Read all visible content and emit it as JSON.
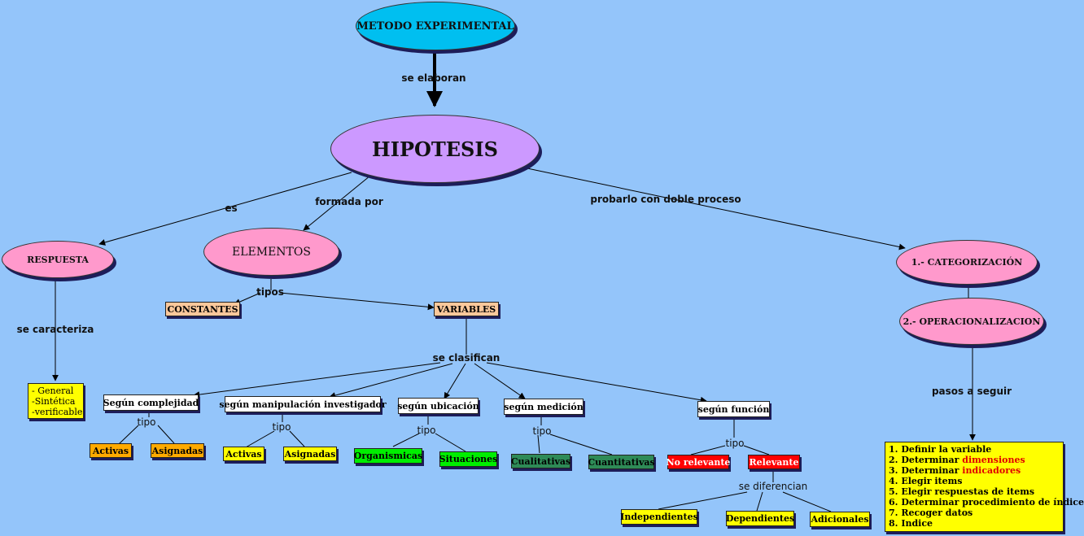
{
  "nodes": {
    "metodo": "METODO EXPERIMENTAL",
    "hipotesis": "HIPOTESIS",
    "respuesta": "RESPUESTA",
    "elementos": "ELEMENTOS",
    "categorizacion": "1.- CATEGORIZACIÓN",
    "operacionalizacion": "2.- OPERACIONALIZACION",
    "constantes": "CONSTANTES",
    "variables": "VARIABLES",
    "caracteristicas": [
      "- General",
      "-Sintética",
      "-verificable"
    ],
    "segun_complejidad": "Según complejidad",
    "segun_manipulacion": "según manipulación investigador",
    "segun_ubicacion": "según ubicación",
    "segun_medicion": "según medición",
    "segun_funcion": "según función",
    "activas_1": "Activas",
    "asignadas_1": "Asignadas",
    "activas_2": "Activas",
    "asignadas_2": "Asignadas",
    "organismicas": "Organismicas",
    "situaciones": "Situaciones",
    "cualitativas": "Cualitativas",
    "cuantitativas": "Cuantitativas",
    "no_relevante": "No relevante",
    "relevante": "Relevante",
    "independientes": "Independientes",
    "dependientes": "Dependientes",
    "adicionales": "Adicionales"
  },
  "pasos": [
    {
      "text": "1. Definir la variable",
      "highlight": ""
    },
    {
      "text": "2. Determinar ",
      "highlight": "dimensiones"
    },
    {
      "text": "3. Determinar ",
      "highlight": "indicadores"
    },
    {
      "text": "4. Elegir  items",
      "highlight": ""
    },
    {
      "text": "5. Elegir respuestas de items",
      "highlight": ""
    },
    {
      "text": "6. Determinar procedimiento de índice",
      "highlight": ""
    },
    {
      "text": "7. Recoger datos",
      "highlight": ""
    },
    {
      "text": "8. Indice",
      "highlight": ""
    }
  ],
  "links": {
    "se_elaboran": "se elaboran",
    "es": "es",
    "formada_por": "formada por",
    "probarlo": "probarlo con doble proceso",
    "se_caracteriza": "se caracteriza",
    "tipos": "tipos",
    "se_clasifican": "se clasifican",
    "tipo_1": "tipo",
    "tipo_2": "tipo",
    "tipo_3": "tipo",
    "tipo_4": "tipo",
    "tipo_5": "tipo",
    "se_diferencian": "se diferencian",
    "pasos_a_seguir": "pasos a seguir"
  },
  "colors": {
    "background": "#94c5fa",
    "ellipse_cyan": "#00bff0",
    "ellipse_purple": "#cc99ff",
    "ellipse_pink": "#ff99cc",
    "highlight_red": "#e00000"
  }
}
